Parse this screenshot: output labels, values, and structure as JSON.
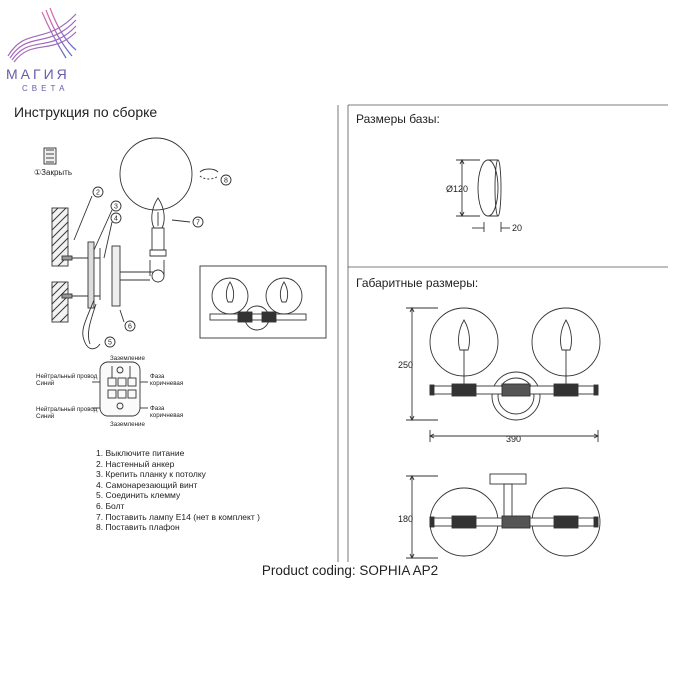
{
  "brand": {
    "name": "МАГИЯ",
    "subtitle": "СВЕТА"
  },
  "assembly": {
    "title": "Инструкция по сборке",
    "twist_label": "①Закрыть",
    "callouts": [
      "2",
      "3",
      "4",
      "5",
      "6",
      "7",
      "8"
    ],
    "wiring": {
      "ground_top": "Заземление",
      "ground_bottom": "Заземление",
      "neutral_top": "Нейтральный провод",
      "blue_top": "Синий",
      "neutral_bottom": "Нейтральный провод",
      "blue_bottom": "Синий",
      "phase_top": "Фаза",
      "brown_top": "коричневая",
      "phase_bottom": "Фаза",
      "brown_bottom": "коричневая"
    },
    "steps": [
      "1. Выключите питание",
      "2. Настенный анкер",
      "3. Крепить планку к потолку",
      "4. Самонарезающий винт",
      "5. Соединить клемму",
      "6. Болт",
      "7. Поставить лампу E14  (нет в комплект )",
      "8. Поставить плафон"
    ]
  },
  "base_dimensions": {
    "title": "Размеры базы:",
    "diameter": "Ø120",
    "depth": "20"
  },
  "overall_dimensions": {
    "title": "Габаритные размеры:",
    "height": "250",
    "width": "390",
    "projection": "180"
  },
  "product_coding": "Product coding: SOPHIA AP2",
  "colors": {
    "brand": "#6a5aa8",
    "line": "#333333"
  }
}
